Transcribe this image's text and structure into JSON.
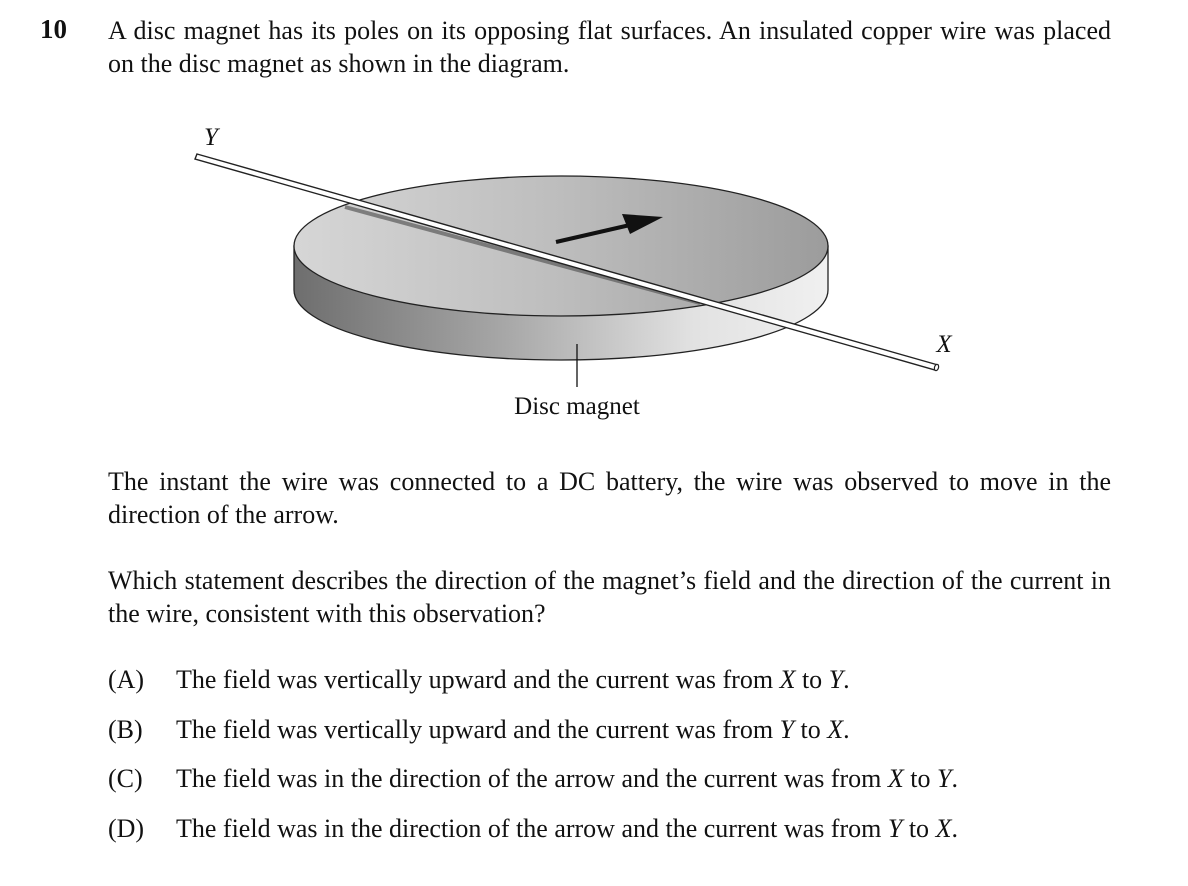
{
  "question": {
    "number": "10",
    "intro": "A disc magnet has its poles on its opposing flat surfaces. An insulated copper wire was placed on the disc magnet as shown in the diagram.",
    "observation": "The instant the wire was connected to a DC battery, the wire was observed to move in the direction of the arrow.",
    "prompt": "Which statement describes the direction of the magnet’s field and the direction of the current in the wire, consistent with this observation?"
  },
  "diagram": {
    "label_y": "Y",
    "label_x": "X",
    "label_magnet": "Disc magnet"
  },
  "options": [
    {
      "label": "(A)",
      "pre": "The field was vertically upward and the current was from ",
      "a": "X",
      "mid": " to ",
      "b": "Y",
      "post": "."
    },
    {
      "label": "(B)",
      "pre": "The field was vertically upward and the current was from ",
      "a": "Y",
      "mid": " to ",
      "b": "X",
      "post": "."
    },
    {
      "label": "(C)",
      "pre": "The field was in the direction of the arrow and the current was from ",
      "a": "X",
      "mid": " to ",
      "b": "Y",
      "post": "."
    },
    {
      "label": "(D)",
      "pre": "The field was in the direction of the arrow and the current was from ",
      "a": "Y",
      "mid": " to ",
      "b": "X",
      "post": "."
    }
  ]
}
